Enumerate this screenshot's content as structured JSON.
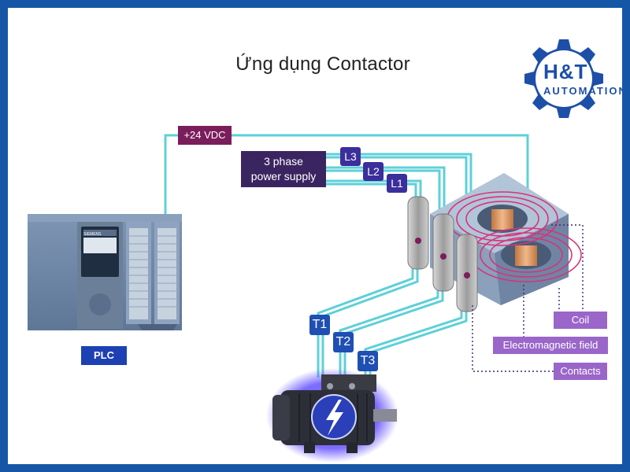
{
  "title": "Ứng dụng Contactor",
  "logo": {
    "brand": "H&T",
    "subtitle": "AUTOMATION",
    "icon": "gear-icon",
    "color": "#1d4fa8"
  },
  "plc": {
    "label": "PLC",
    "brand_text": "SIEMENS"
  },
  "supply": {
    "vdc_label": "+24 VDC",
    "power_supply_line1": "3 phase",
    "power_supply_line2": "power supply"
  },
  "phases": {
    "inputs": [
      "L3",
      "L2",
      "L1"
    ],
    "outputs": [
      "T1",
      "T2",
      "T3"
    ]
  },
  "contactor_labels": {
    "coil": "Coil",
    "field": "Electromagnetic field",
    "contacts": "Contacts"
  },
  "motor": {
    "icon": "lightning-bolt-icon"
  },
  "colors": {
    "frame": "#1557a6",
    "wire": "#5ed0d8",
    "vdc_tag": "#7a1d5b",
    "supply_tag": "#3a2560",
    "phase_tag": "#3b2f9c",
    "terminal_tag": "#1f4fb3",
    "plc_tag": "#1d41b3",
    "contactor_label": "#9a66c9"
  }
}
